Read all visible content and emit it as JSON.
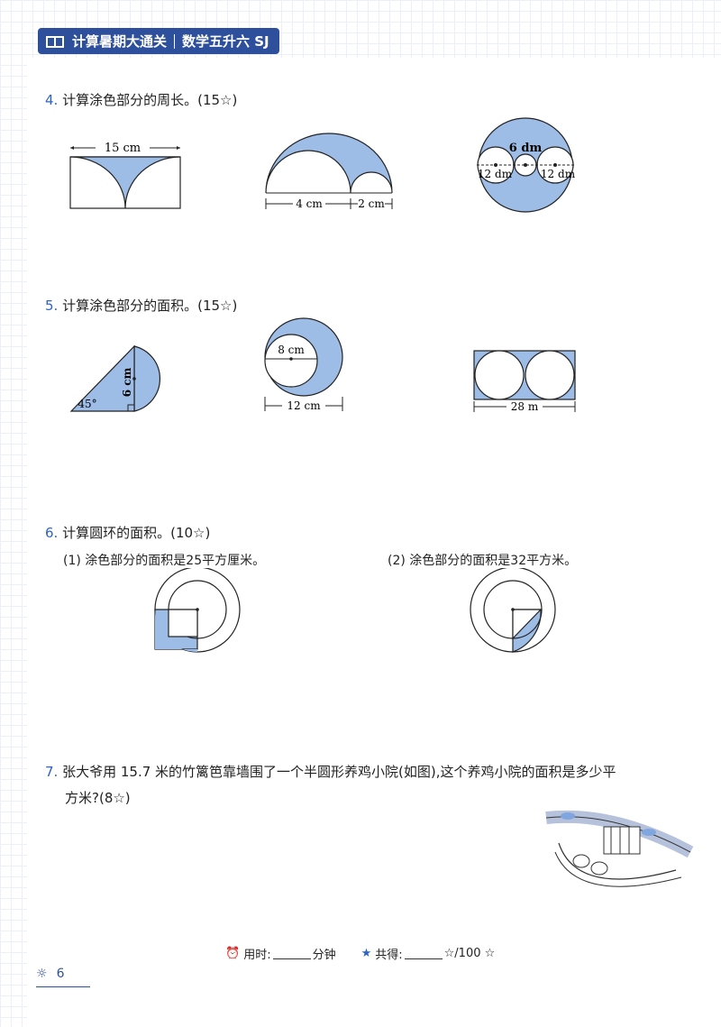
{
  "header": {
    "title": "计算暑期大通关",
    "subtitle": "数学五升六 SJ"
  },
  "q4": {
    "num": "4.",
    "text": "计算涂色部分的周长。(15☆)",
    "fig1": {
      "label": "15 cm"
    },
    "fig2": {
      "label_a": "4 cm",
      "label_b": "2 cm"
    },
    "fig3": {
      "label_top": "6 dm",
      "label_left": "12 dm",
      "label_right": "12 dm"
    }
  },
  "q5": {
    "num": "5.",
    "text": "计算涂色部分的面积。(15☆)",
    "fig1": {
      "angle": "45°",
      "side": "6 cm"
    },
    "fig2": {
      "inner": "8 cm",
      "outer": "12 cm"
    },
    "fig3": {
      "width": "28 m"
    }
  },
  "q6": {
    "num": "6.",
    "text": "计算圆环的面积。(10☆)",
    "part1": "(1) 涂色部分的面积是25平方厘米。",
    "part2": "(2) 涂色部分的面积是32平方米。"
  },
  "q7": {
    "num": "7.",
    "line1": "张大爷用 15.7 米的竹篱笆靠墙围了一个半圆形养鸡小院(如图),这个养鸡小院的面积是多少平",
    "line2": "方米?(8☆)"
  },
  "footer": {
    "time_label": "用时:",
    "time_unit": "分钟",
    "score_label": "共得:",
    "score_total": "☆/100 ☆"
  },
  "page_number": "6",
  "colors": {
    "fill": "#9dbce6",
    "accent": "#2d4f9c",
    "number": "#2d62c8"
  }
}
